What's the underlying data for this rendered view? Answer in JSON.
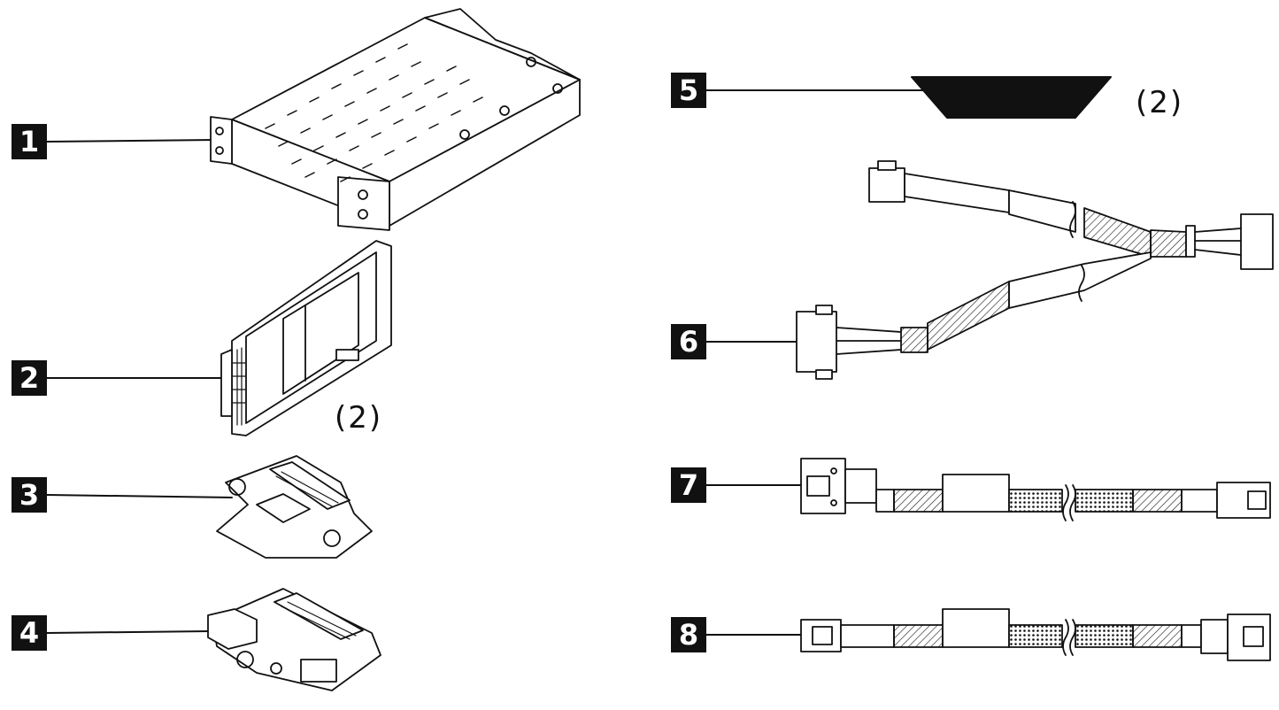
{
  "callouts": [
    {
      "id": "1",
      "label": "1"
    },
    {
      "id": "2",
      "label": "2"
    },
    {
      "id": "3",
      "label": "3"
    },
    {
      "id": "4",
      "label": "4"
    },
    {
      "id": "5",
      "label": "5"
    },
    {
      "id": "6",
      "label": "6"
    },
    {
      "id": "7",
      "label": "7"
    },
    {
      "id": "8",
      "label": "8"
    }
  ],
  "quantities": {
    "item2": "(2)",
    "item5": "(2)"
  },
  "colors": {
    "ink": "#111111",
    "paper": "#ffffff"
  }
}
